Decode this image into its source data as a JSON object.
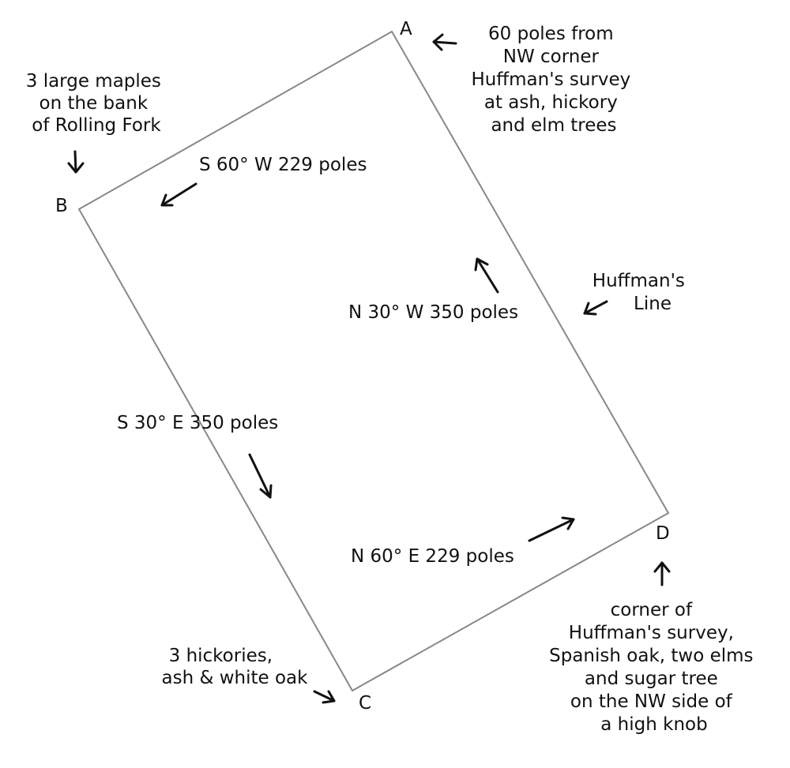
{
  "corners": {
    "a": "A",
    "b": "B",
    "c": "C",
    "d": "D"
  },
  "bearings": {
    "ab": "S 60° W 229 poles",
    "bc": "S 30° E 350 poles",
    "cd": "N 60° E 229 poles",
    "da": "N 30° W 350 poles"
  },
  "notes": {
    "corner_a": [
      "60 poles from",
      "NW corner",
      "Huffman's survey",
      "at ash, hickory",
      "and elm trees"
    ],
    "corner_b": [
      "3 large maples",
      "on the bank",
      "of Rolling Fork"
    ],
    "corner_c": [
      "3 hickories,",
      "ash & white oak"
    ],
    "corner_d": [
      "corner of",
      "Huffman's survey,",
      "Spanish oak, two elms",
      "and sugar tree",
      "on the NW side of",
      "a high knob"
    ],
    "huffmans_line": [
      "Huffman's",
      "Line"
    ]
  },
  "colors": {
    "boundary": "#888888",
    "ink": "#111111"
  }
}
